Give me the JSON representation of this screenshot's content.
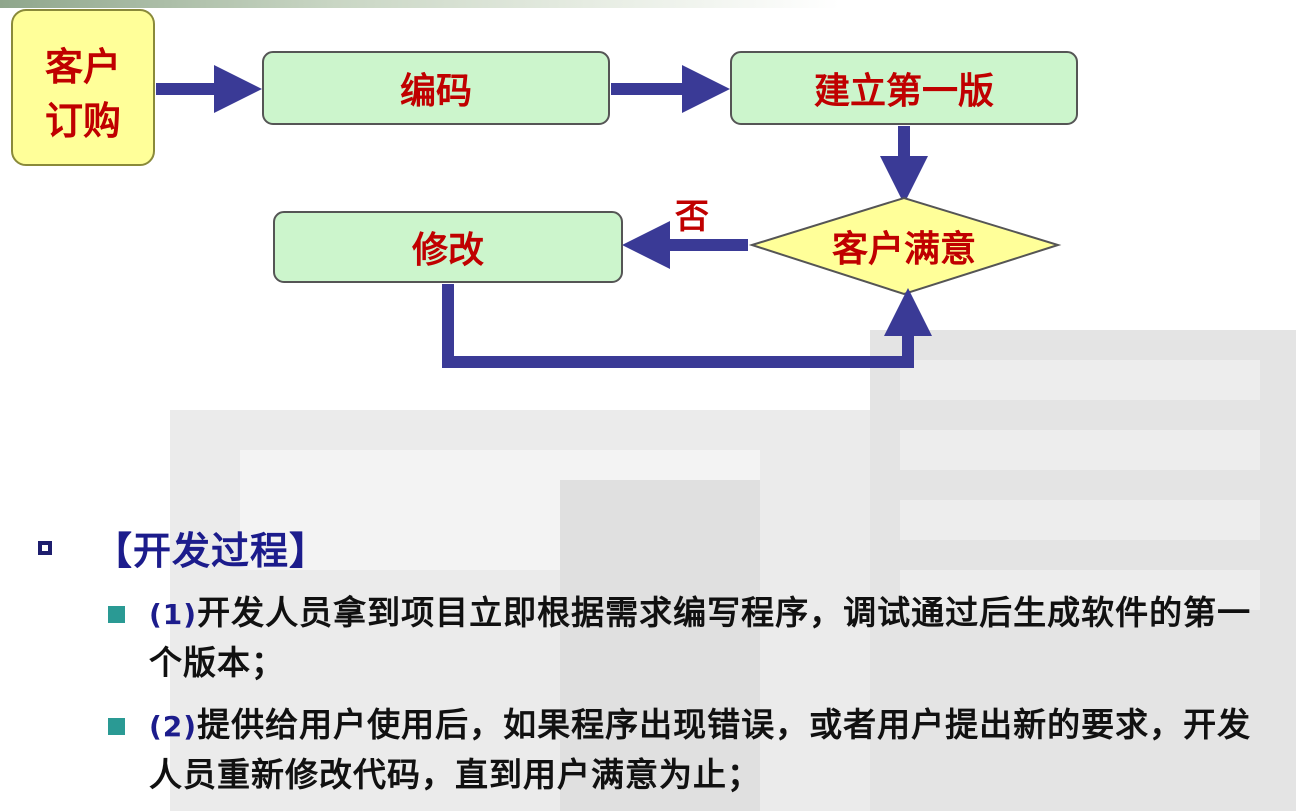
{
  "flowchart": {
    "nodes": {
      "order": {
        "line1": "客户",
        "line2": "订购"
      },
      "code": {
        "label": "编码"
      },
      "build": {
        "label": "建立第一版"
      },
      "satisfied": {
        "label": "客户满意"
      },
      "modify": {
        "label": "修改"
      }
    },
    "edge_no_label": "否",
    "colors": {
      "box_fill": "#ccf5cc",
      "order_fill": "#ffff99",
      "diamond_fill": "#ffff99",
      "arrow": "#3a3a96",
      "label_text": "#c00000"
    }
  },
  "section": {
    "heading": "【开发过程】",
    "items": [
      {
        "number": "(1)",
        "text": "开发人员拿到项目立即根据需求编写程序，调试通过后生成软件的第一个版本；"
      },
      {
        "number": "(2)",
        "text": "提供给用户使用后，如果程序出现错误，或者用户提出新的要求，开发人员重新修改代码，直到用户满意为止；"
      }
    ]
  }
}
